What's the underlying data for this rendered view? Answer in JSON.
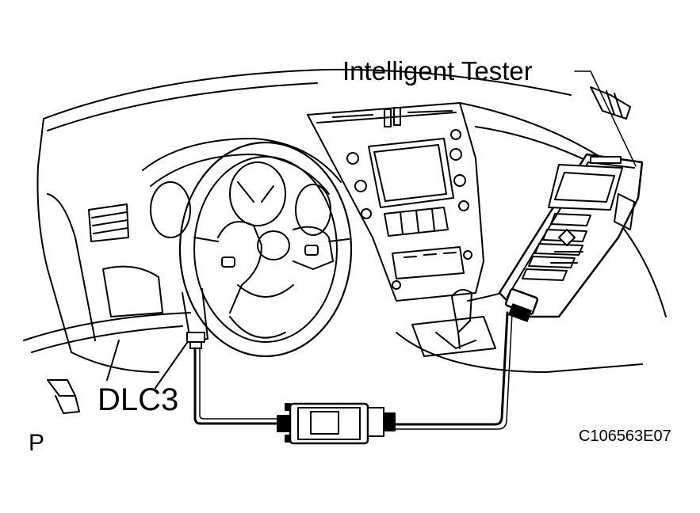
{
  "labels": {
    "tester": "Intelligent Tester",
    "dlc3": "DLC3",
    "page_marker": "P",
    "figure_code": "C106563E07"
  },
  "colors": {
    "line": "#000000",
    "background": "#ffffff"
  },
  "icons": [
    "dashboard-drawing",
    "steering-wheel",
    "center-console",
    "gear-shifter",
    "diagnostic-cable",
    "adapter-box",
    "intelligent-tester-device"
  ]
}
